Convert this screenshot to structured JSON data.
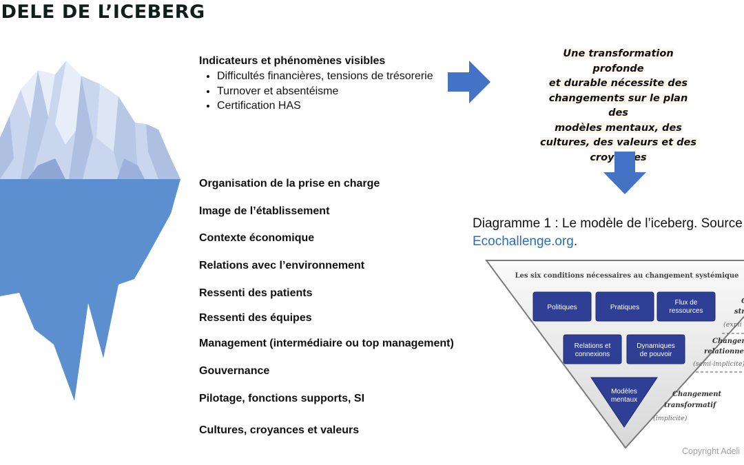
{
  "title": "ODELE DE L’ICEBERG",
  "visible": {
    "heading": "Indicateurs et phénomènes visibles",
    "items": [
      "Difficultés financières, tensions de trésorerie",
      "Turnover et absentéisme",
      "Certification HAS"
    ]
  },
  "hidden_items": [
    "Organisation de la prise en charge",
    "Image de l’établissement",
    "Contexte économique",
    "Relations avec l’environnement",
    "Ressenti des patients",
    "Ressenti des équipes",
    "Management (intermédiaire ou top management)",
    "Gouvernance",
    "Pilotage, fonctions supports, SI",
    "Cultures, croyances et valeurs"
  ],
  "callout": {
    "lines": [
      "Une transformation profonde",
      "et durable nécessite des",
      "changements sur le plan des",
      "modèles mentaux, des",
      "cultures, des valeurs et des",
      "croyances"
    ]
  },
  "caption": {
    "text": "Diagramme 1 : Le modèle de l’iceberg. Source",
    "link": "Ecochallenge.org",
    "suffix": "."
  },
  "triangle": {
    "heading": "Les six conditions nécessaires au changement systémique",
    "boxes": {
      "politiques": "Politiques",
      "pratiques": "Pratiques",
      "flux_l1": "Flux de",
      "flux_l2": "ressources",
      "relations_l1": "Relations et",
      "relations_l2": "connexions",
      "dynamiques_l1": "Dynamiques",
      "dynamiques_l2": "de pouvoir",
      "modeles_l1": "Modèles",
      "modeles_l2": "mentaux"
    },
    "labels": {
      "structurel_partial": "C",
      "structurel_partial2": "str",
      "explicite_partial": "(expli",
      "relationnel_l1": "Changem",
      "relationnel_l2": "relationnel",
      "semi_implicite": "(semi-implicite)",
      "transformatif_l1": "Changement",
      "transformatif_l2": "transformatif",
      "implicite": "(implicite)"
    }
  },
  "copyright": "Copyright Adeli",
  "colors": {
    "iceberg_top_light": "#e8eef9",
    "iceberg_top_mid": "#c9d6ee",
    "iceberg_top_shade": "#aebfe2",
    "iceberg_underwater": "#5b8fcf",
    "arrow": "#4472c4",
    "box": "#2f3f96",
    "link": "#2e6cb5"
  }
}
